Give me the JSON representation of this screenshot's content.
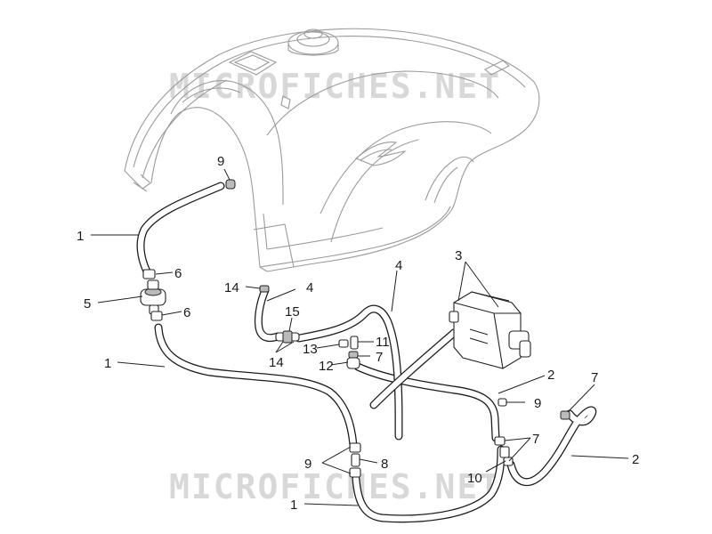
{
  "watermark": "MICROFICHES.NET",
  "callouts": [
    {
      "id": "c1a",
      "label": "1"
    },
    {
      "id": "c1b",
      "label": "1"
    },
    {
      "id": "c1c",
      "label": "1"
    },
    {
      "id": "c2a",
      "label": "2"
    },
    {
      "id": "c2b",
      "label": "2"
    },
    {
      "id": "c3",
      "label": "3"
    },
    {
      "id": "c4a",
      "label": "4"
    },
    {
      "id": "c4b",
      "label": "4"
    },
    {
      "id": "c5",
      "label": "5"
    },
    {
      "id": "c6a",
      "label": "6"
    },
    {
      "id": "c6b",
      "label": "6"
    },
    {
      "id": "c7a",
      "label": "7"
    },
    {
      "id": "c7b",
      "label": "7"
    },
    {
      "id": "c7c",
      "label": "7"
    },
    {
      "id": "c8",
      "label": "8"
    },
    {
      "id": "c9a",
      "label": "9"
    },
    {
      "id": "c9b",
      "label": "9"
    },
    {
      "id": "c9c",
      "label": "9"
    },
    {
      "id": "c10",
      "label": "10"
    },
    {
      "id": "c11",
      "label": "11"
    },
    {
      "id": "c12",
      "label": "12"
    },
    {
      "id": "c13",
      "label": "13"
    },
    {
      "id": "c14a",
      "label": "14"
    },
    {
      "id": "c14b",
      "label": "14"
    },
    {
      "id": "c15",
      "label": "15"
    }
  ]
}
